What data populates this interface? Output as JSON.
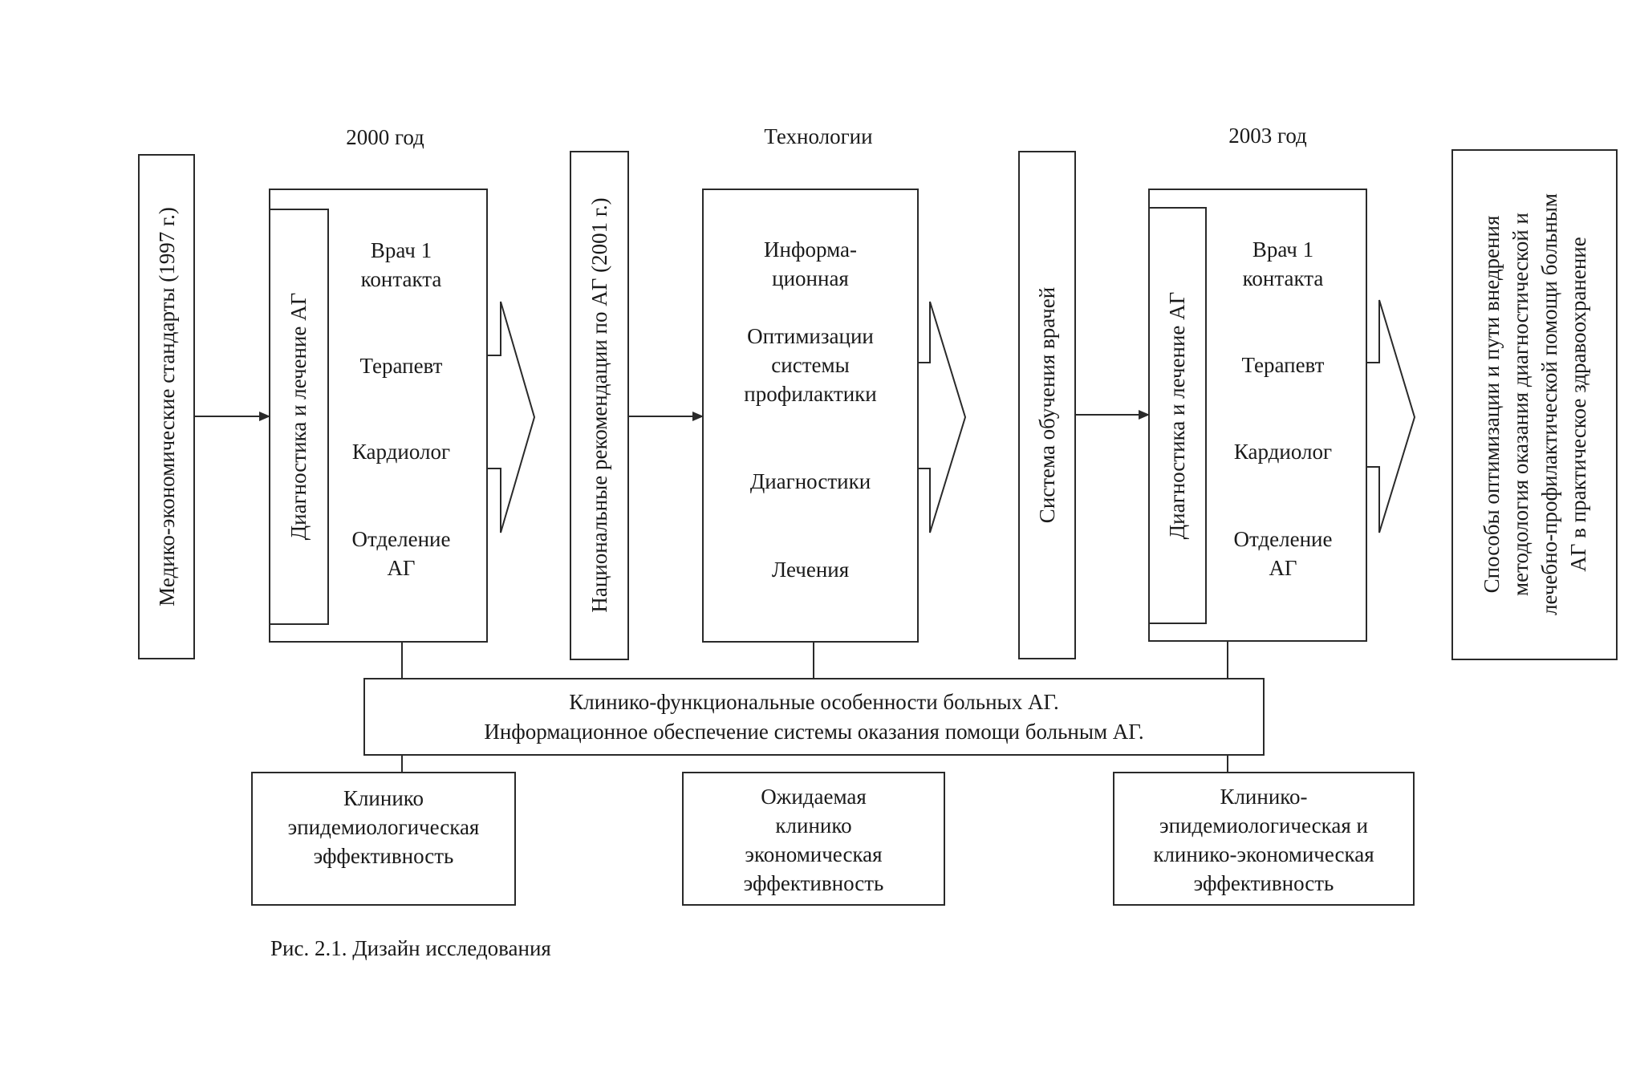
{
  "headers": {
    "year_2000": "2000 год",
    "technologies": "Технологии",
    "year_2003": "2003 год"
  },
  "vertical_boxes": {
    "standards": "Медико-экономические стандарты (1997 г.)",
    "recommendations": "Национальные рекомендации по АГ (2001 г.)",
    "training": "Система обучения врачей",
    "outcome_lines": [
      "Способы оптимизации и пути внедрения",
      "методология оказания диагностической и",
      "лечебно-профилактической помощи больным",
      "АГ в практическое здравоохранение"
    ]
  },
  "block_2000": {
    "side_label": "Диагностика и лечение АГ",
    "items": [
      [
        "Врач 1",
        "контакта"
      ],
      [
        "Терапевт"
      ],
      [
        "Кардиолог"
      ],
      [
        "Отделение",
        "АГ"
      ]
    ]
  },
  "block_tech": {
    "items": [
      [
        "Информа-",
        "ционная"
      ],
      [
        "Оптимизации",
        "системы",
        "профилактики"
      ],
      [
        "Диагностики"
      ],
      [
        "Лечения"
      ]
    ]
  },
  "block_2003": {
    "side_label": "Диагностика и лечение АГ",
    "items": [
      [
        "Врач 1",
        "контакта"
      ],
      [
        "Терапевт"
      ],
      [
        "Кардиолог"
      ],
      [
        "Отделение",
        "АГ"
      ]
    ]
  },
  "bottom_bar": {
    "line1": "Клинико-функциональные особенности больных АГ.",
    "line2": "Информационное обеспечение системы оказания помощи больным АГ."
  },
  "results": [
    [
      "Клинико",
      "эпидемиологическая",
      "эффективность"
    ],
    [
      "Ожидаемая",
      "клинико",
      "экономическая",
      "эффективность"
    ],
    [
      "Клинико-",
      "эпидемиологическая и",
      "клинико-экономическая",
      "эффективность"
    ]
  ],
  "caption": "Рис. 2.1. Дизайн исследования",
  "colors": {
    "line": "#2a2a2a",
    "text": "#1a1a1a",
    "background": "#ffffff"
  }
}
